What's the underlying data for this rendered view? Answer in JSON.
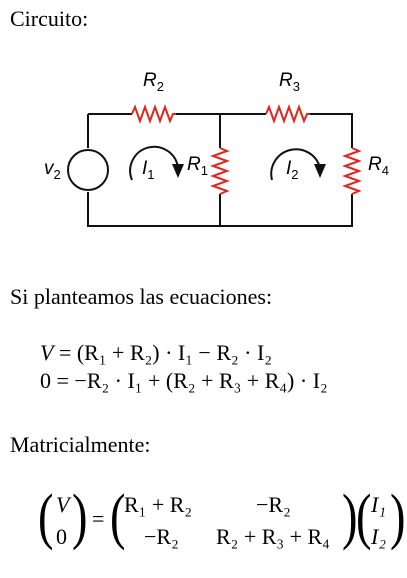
{
  "heading": "Circuito:",
  "circuit": {
    "source_label": "v",
    "source_sub": "2",
    "resistors": [
      {
        "name": "R",
        "sub": "2"
      },
      {
        "name": "R",
        "sub": "3"
      },
      {
        "name": "R",
        "sub": "1"
      },
      {
        "name": "R",
        "sub": "4"
      }
    ],
    "currents": [
      {
        "name": "I",
        "sub": "1"
      },
      {
        "name": "I",
        "sub": "2"
      }
    ],
    "resistor_color": "#e0271f",
    "wire_color": "#111111"
  },
  "intro": "Si planteamos las ecuaciones:",
  "equations": {
    "line1": {
      "lhs": "V",
      "rhs": "= (R₁ + R₂) · I₁ − R₂ · I₂"
    },
    "line2": {
      "lhs": "0",
      "rhs": "= −R₂ · I₁ + (R₂ + R₃ + R₄) · I₂"
    }
  },
  "matrix_heading": "Matricialmente:",
  "matrix": {
    "lhs": [
      "V",
      "0"
    ],
    "eq": "=",
    "m11": "R₁ + R₂",
    "m12": "−R₂",
    "m21": "−R₂",
    "m22": "R₂ + R₃ + R₄",
    "rhs": [
      "I₁",
      "I₂"
    ]
  }
}
